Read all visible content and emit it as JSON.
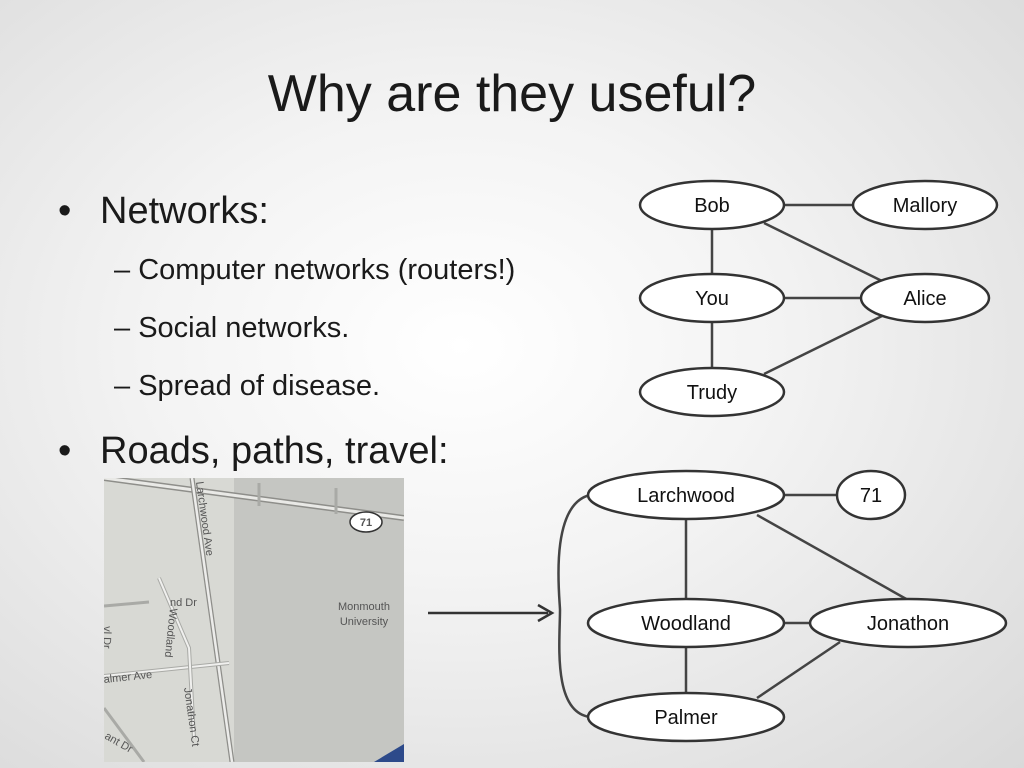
{
  "slide": {
    "title": "Why are they useful?"
  },
  "bullets": {
    "networks": {
      "label": "Networks:",
      "items": [
        "Computer networks (routers!)",
        "Social networks.",
        "Spread of disease."
      ]
    },
    "roads": {
      "label": "Roads, paths, travel:"
    }
  },
  "dash": "–",
  "bullet_glyph": "•",
  "social_graph": {
    "nodes": {
      "bob": "Bob",
      "mallory": "Mallory",
      "you": "You",
      "alice": "Alice",
      "trudy": "Trudy"
    },
    "edges": [
      [
        "bob",
        "mallory"
      ],
      [
        "bob",
        "you"
      ],
      [
        "bob",
        "alice"
      ],
      [
        "you",
        "alice"
      ],
      [
        "you",
        "trudy"
      ],
      [
        "trudy",
        "alice"
      ]
    ]
  },
  "road_graph": {
    "nodes": {
      "larchwood": "Larchwood",
      "r71": "71",
      "woodland": "Woodland",
      "jonathon": "Jonathon",
      "palmer": "Palmer"
    },
    "edges": [
      [
        "larchwood",
        "r71"
      ],
      [
        "larchwood",
        "woodland"
      ],
      [
        "larchwood",
        "jonathon"
      ],
      [
        "woodland",
        "jonathon"
      ],
      [
        "woodland",
        "palmer"
      ],
      [
        "palmer",
        "jonathon"
      ],
      [
        "larchwood",
        "palmer"
      ]
    ]
  },
  "map": {
    "labels": {
      "larchwood_ave": "Larchwood Ave",
      "route": "71",
      "university_line1": "Monmouth",
      "university_line2": "University",
      "woodland": "Woodland",
      "nd_dr": "nd Dr",
      "palmer_ave": "almer Ave",
      "jonathon_ct": "Jonathon Ct",
      "vl_dr": "vl Dr",
      "ant_dr": "ant Dr"
    }
  }
}
